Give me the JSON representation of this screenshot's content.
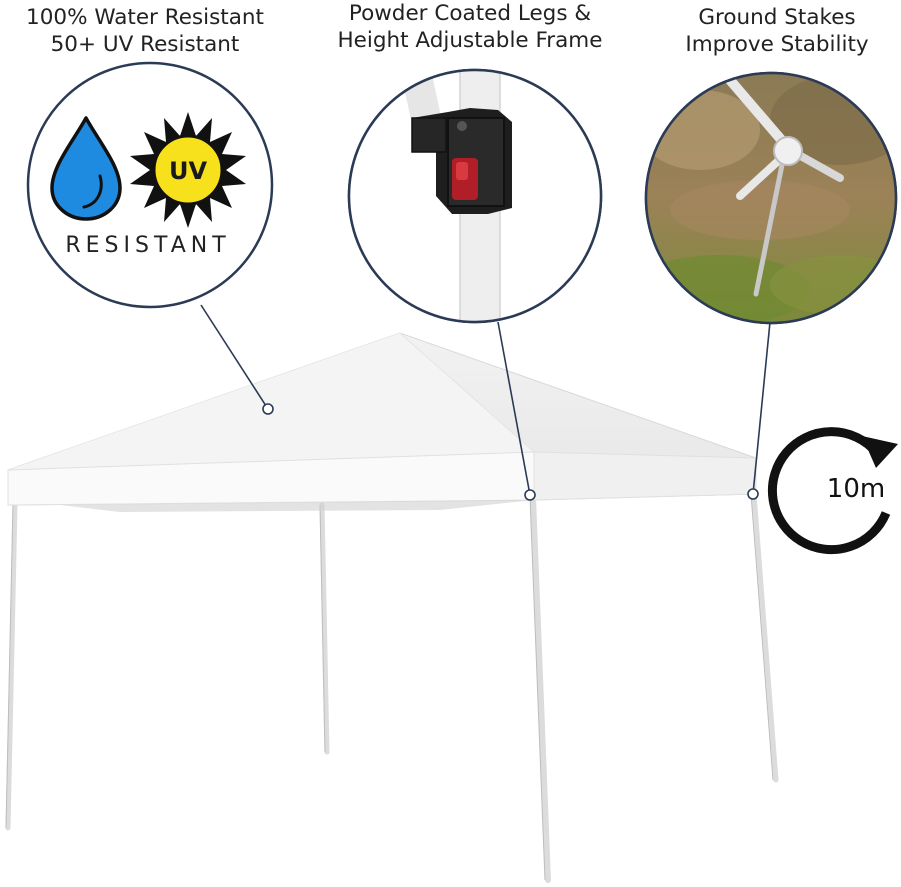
{
  "captions": {
    "water": {
      "line1": "100% Water Resistant",
      "line2": "50+ UV Resistant"
    },
    "frame": {
      "line1": "Powder Coated Legs &",
      "line2": "Height Adjustable Frame"
    },
    "stakes": {
      "line1": "Ground Stakes",
      "line2": "Improve Stability"
    }
  },
  "badge": {
    "uv_label": "UV",
    "resistant_label": "RESISTANT"
  },
  "timer": {
    "label": "10m"
  },
  "icons": [
    "water-drop-icon",
    "uv-sun-icon",
    "timer-icon"
  ],
  "colors": {
    "callout_outline": "#2b3a55",
    "drop_blue": "#1f8be0",
    "sun_yellow": "#f7e01c",
    "canopy_white": "#f6f6f6"
  }
}
